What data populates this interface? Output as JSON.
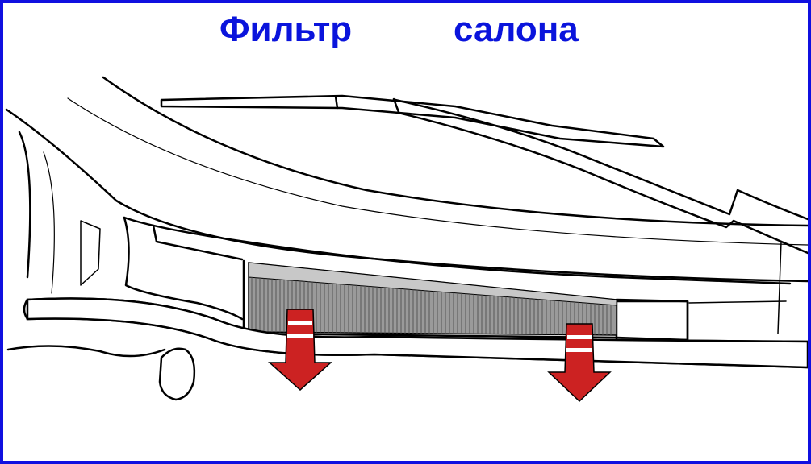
{
  "title": {
    "word1": "Фильтр",
    "word2": "салона"
  },
  "colors": {
    "frame": "#1010e0",
    "title": "#0a14dc",
    "arrow": "#cc2222",
    "arrow_stripe": "#ffffff",
    "filter_fill": "#9a9a9a",
    "line": "#000000",
    "background": "#ffffff"
  },
  "arrows": {
    "count": 2,
    "direction": "down"
  }
}
